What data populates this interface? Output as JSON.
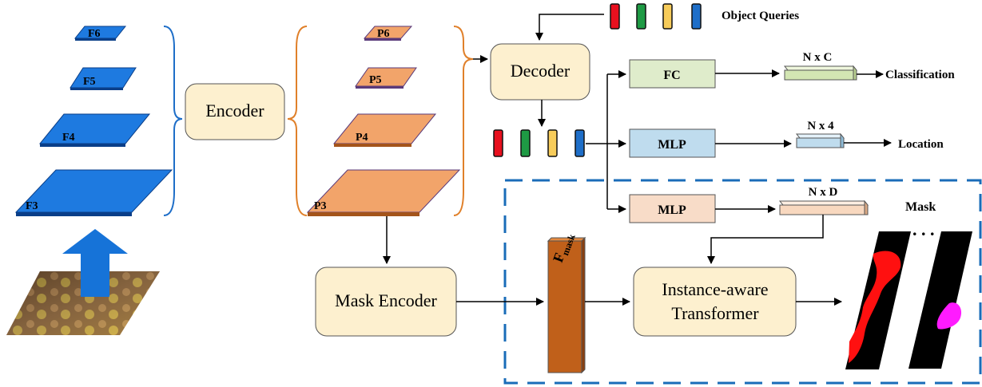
{
  "pyramid_f": [
    "F6",
    "F5",
    "F4",
    "F3"
  ],
  "pyramid_p": [
    "P6",
    "P5",
    "P4",
    "P3"
  ],
  "blocks": {
    "encoder": "Encoder",
    "decoder": "Decoder",
    "mask_encoder": "Mask Encoder",
    "transformer_line1": "Instance-aware",
    "transformer_line2": "Transformer"
  },
  "heads": {
    "fc": "FC",
    "mlp_loc": "MLP",
    "mlp_mask": "MLP"
  },
  "outputs": {
    "nxc": "N x C",
    "nx4": "N x 4",
    "nxd": "N x D",
    "classification": "Classification",
    "location": "Location",
    "mask": "Mask",
    "ellipsis": ". . ."
  },
  "object_queries": "Object Queries",
  "fmask_main": "F",
  "fmask_sub": "mask",
  "colors": {
    "f_blue": "#1e7ae0",
    "p_orange": "#f2a46a",
    "box_fill": "#fdf0cf",
    "fc_fill": "#dfeccb",
    "mlp_loc_fill": "#bfdcee",
    "mlp_mask_fill": "#f8dcc8",
    "query_colors": [
      "#e8101e",
      "#1e9a44",
      "#f7cc5a",
      "#1e6ec8"
    ],
    "dash_border": "#1a6cb8",
    "fmask_fill": "#c0601a"
  }
}
